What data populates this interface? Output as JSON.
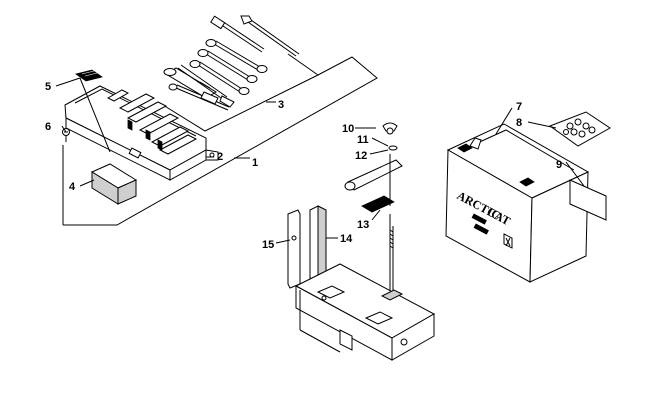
{
  "callouts": [
    {
      "id": "c1",
      "text": "1"
    },
    {
      "id": "c2",
      "text": "2"
    },
    {
      "id": "c3",
      "text": "3"
    },
    {
      "id": "c4",
      "text": "4"
    },
    {
      "id": "c5",
      "text": "5"
    },
    {
      "id": "c6",
      "text": "6"
    },
    {
      "id": "c7",
      "text": "7"
    },
    {
      "id": "c8",
      "text": "8"
    },
    {
      "id": "c9",
      "text": "9"
    },
    {
      "id": "c10",
      "text": "10"
    },
    {
      "id": "c11",
      "text": "11"
    },
    {
      "id": "c12",
      "text": "12"
    },
    {
      "id": "c13",
      "text": "13"
    },
    {
      "id": "c14",
      "text": "14"
    },
    {
      "id": "c15",
      "text": "15"
    }
  ],
  "battery": {
    "brand_line1": "ARCTIC",
    "brand_line2": "CAT"
  }
}
